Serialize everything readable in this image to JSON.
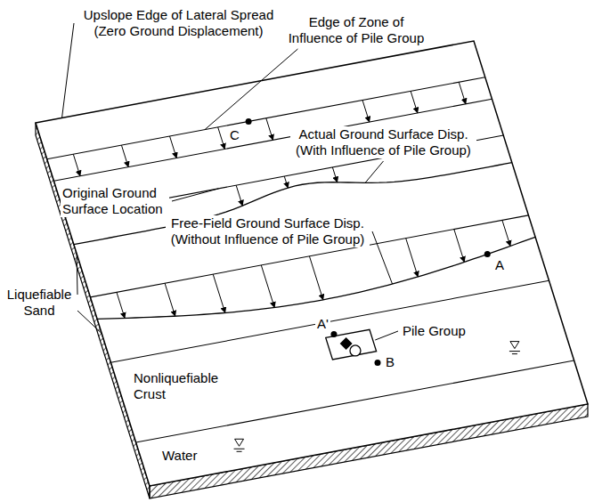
{
  "diagram": {
    "labels": [
      "Upslope Edge of Lateral Spread (Zero Ground Displacement)",
      "Edge of Zone of Influence of Pile Group",
      "C",
      "Actual Ground Surface Disp. (With Influence of Pile Group)",
      "Original Ground Surface Location",
      "Free-Field Ground Surface Disp. (Without Influence of Pile Group)",
      "A",
      "Liquefiable Sand",
      "A'",
      "B",
      "Pile Group",
      "Nonliquefiable Crust",
      "Water"
    ]
  }
}
